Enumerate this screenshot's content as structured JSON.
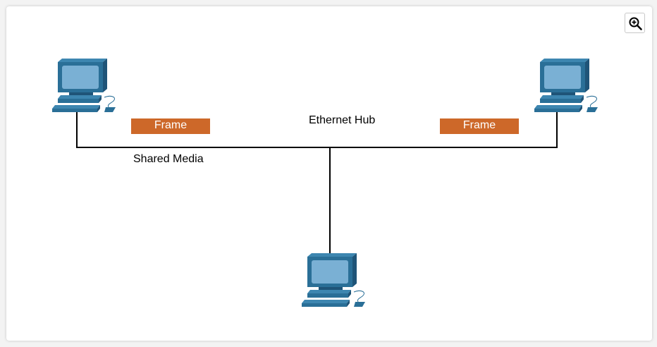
{
  "diagram": {
    "hub_label": "Ethernet Hub",
    "media_label": "Shared Media",
    "frames": [
      {
        "label": "Frame"
      },
      {
        "label": "Frame"
      }
    ]
  },
  "controls": {
    "zoom_icon": "zoom-in-icon"
  },
  "colors": {
    "frame": "#cd6829",
    "pc_body": "#2a6f97",
    "pc_dark": "#1f5478",
    "pc_screen": "#7ab0d4",
    "wire": "#000000"
  }
}
